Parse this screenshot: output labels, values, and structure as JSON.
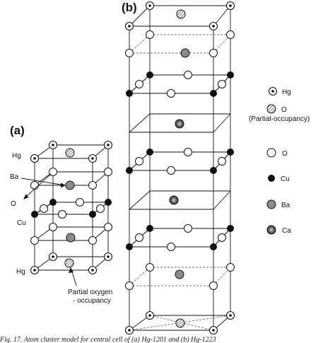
{
  "panel_a": {
    "label": "(a)",
    "atom_labels": {
      "hg_top": "Hg",
      "ba": "Ba",
      "o": "O",
      "cu": "Cu",
      "hg_bottom": "Hg"
    },
    "partial_label_line1": "Partial oxygen",
    "partial_label_line2": "- occupancy"
  },
  "panel_b": {
    "label": "(b)"
  },
  "legend": [
    {
      "kind": "hg",
      "label": "Hg"
    },
    {
      "kind": "partial",
      "label": "O"
    },
    {
      "kind": "partial_note",
      "label": "(Partial-occupancy)"
    },
    {
      "kind": "o",
      "label": "O"
    },
    {
      "kind": "cu",
      "label": "Cu"
    },
    {
      "kind": "ba",
      "label": "Ba"
    },
    {
      "kind": "ca",
      "label": "Ca"
    }
  ],
  "caption": "Fig. 17. Atom cluster model for central cell of (a) Hg-1201 and (b) Hg-1223",
  "colors": {
    "cu": "#111111",
    "ba": "#8c8c8c",
    "ca": "#6e6e6e",
    "o": "#ffffff",
    "line": "#111111"
  }
}
